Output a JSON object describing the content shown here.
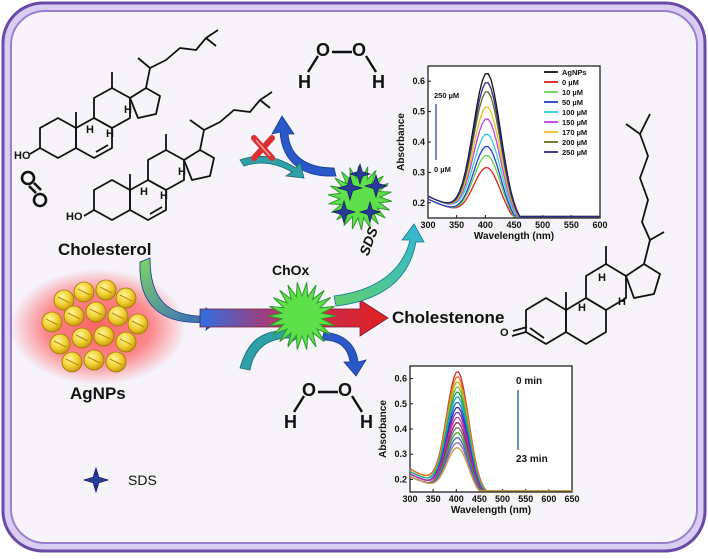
{
  "labels": {
    "cholesterol": "Cholesterol",
    "agnps": "AgNPs",
    "chox": "ChOx",
    "cholestenone": "Cholestenone",
    "sds_arrow": "SDS",
    "sds_legend": "SDS"
  },
  "atoms": {
    "hydrogen": "H",
    "oxygen": "O",
    "hydroxyl": "HO"
  },
  "colors": {
    "frame_fill": "#ede6f8",
    "frame_stroke": "#7a5ab8",
    "arrow_teal": "#3fb6c8",
    "arrow_blue": "#2f5fbf",
    "chox_green": "#5de04a",
    "agnp_red": "#ee3030",
    "agnp_yellow": "#f2d830",
    "sds_star": "#2a3a9a",
    "cross_red": "#d93030"
  },
  "chart_data": [
    {
      "type": "line",
      "xlabel": "Wavelength (nm)",
      "ylabel": "Absorbance",
      "xlim": [
        300,
        600
      ],
      "ylim": [
        0.15,
        0.65
      ],
      "xticks": [
        300,
        350,
        400,
        450,
        500,
        550,
        600
      ],
      "yticks": [
        0.2,
        0.3,
        0.4,
        0.5,
        0.6
      ],
      "annotation_top": "250 µM",
      "annotation_bottom": "0 µM",
      "series": [
        {
          "name": "AgNPs",
          "color": "#111111",
          "peak": 0.61,
          "baseline": 0.22
        },
        {
          "name": "0 µM",
          "color": "#e02020",
          "peak": 0.3,
          "baseline": 0.21
        },
        {
          "name": "10 µM",
          "color": "#6ad04a",
          "peak": 0.34,
          "baseline": 0.21
        },
        {
          "name": "50 µM",
          "color": "#2040d0",
          "peak": 0.37,
          "baseline": 0.21
        },
        {
          "name": "100 µM",
          "color": "#30d0e0",
          "peak": 0.41,
          "baseline": 0.22
        },
        {
          "name": "150 µM",
          "color": "#c040e0",
          "peak": 0.46,
          "baseline": 0.22
        },
        {
          "name": "170 µM",
          "color": "#e8c020",
          "peak": 0.5,
          "baseline": 0.22
        },
        {
          "name": "200 µM",
          "color": "#607020",
          "peak": 0.55,
          "baseline": 0.22
        },
        {
          "name": "250 µM",
          "color": "#2a2a8a",
          "peak": 0.58,
          "baseline": 0.22
        }
      ]
    },
    {
      "type": "line",
      "xlabel": "Wavelength (nm)",
      "ylabel": "Absorbance",
      "xlim": [
        300,
        650
      ],
      "ylim": [
        0.15,
        0.65
      ],
      "xticks": [
        300,
        350,
        400,
        450,
        500,
        550,
        600,
        650
      ],
      "yticks": [
        0.2,
        0.3,
        0.4,
        0.5,
        0.6
      ],
      "annotation_top": "0 min",
      "annotation_bottom": "23 min",
      "series": [
        {
          "color": "#d03030",
          "peak": 0.61,
          "baseline": 0.24
        },
        {
          "color": "#e07020",
          "peak": 0.59,
          "baseline": 0.24
        },
        {
          "color": "#d0b020",
          "peak": 0.57,
          "baseline": 0.23
        },
        {
          "color": "#70c030",
          "peak": 0.55,
          "baseline": 0.23
        },
        {
          "color": "#20a060",
          "peak": 0.53,
          "baseline": 0.23
        },
        {
          "color": "#20b0b0",
          "peak": 0.51,
          "baseline": 0.23
        },
        {
          "color": "#2070d0",
          "peak": 0.49,
          "baseline": 0.22
        },
        {
          "color": "#3030b0",
          "peak": 0.47,
          "baseline": 0.22
        },
        {
          "color": "#8030c0",
          "peak": 0.45,
          "baseline": 0.22
        },
        {
          "color": "#c030a0",
          "peak": 0.43,
          "baseline": 0.22
        },
        {
          "color": "#a02060",
          "peak": 0.41,
          "baseline": 0.21
        },
        {
          "color": "#707070",
          "peak": 0.39,
          "baseline": 0.21
        },
        {
          "color": "#40a040",
          "peak": 0.37,
          "baseline": 0.21
        },
        {
          "color": "#4060c0",
          "peak": 0.35,
          "baseline": 0.21
        },
        {
          "color": "#a060c0",
          "peak": 0.33,
          "baseline": 0.21
        },
        {
          "color": "#c0a040",
          "peak": 0.31,
          "baseline": 0.21
        }
      ]
    }
  ]
}
